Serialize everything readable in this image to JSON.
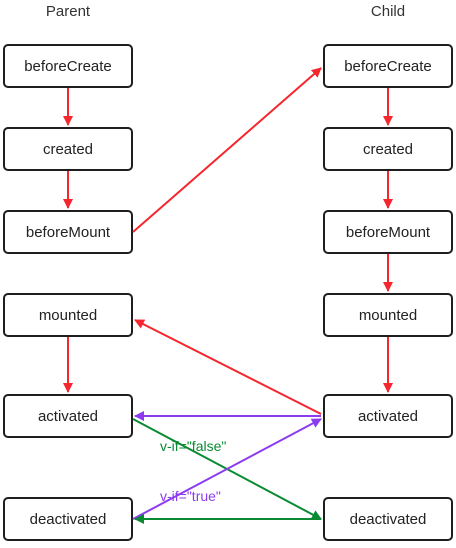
{
  "columns": {
    "parent_title": "Parent",
    "child_title": "Child"
  },
  "parent": [
    {
      "id": "p-beforecreate",
      "label": "beforeCreate"
    },
    {
      "id": "p-created",
      "label": "created"
    },
    {
      "id": "p-beforemount",
      "label": "beforeMount"
    },
    {
      "id": "p-mounted",
      "label": "mounted"
    },
    {
      "id": "p-activated",
      "label": "activated"
    },
    {
      "id": "p-deactivated",
      "label": "deactivated"
    }
  ],
  "child": [
    {
      "id": "c-beforecreate",
      "label": "beforeCreate"
    },
    {
      "id": "c-created",
      "label": "created"
    },
    {
      "id": "c-beforemount",
      "label": "beforeMount"
    },
    {
      "id": "c-mounted",
      "label": "mounted"
    },
    {
      "id": "c-activated",
      "label": "activated"
    },
    {
      "id": "c-deactivated",
      "label": "deactivated"
    }
  ],
  "edge_labels": {
    "v_if_false": "v-if=\"false\"",
    "v_if_true": "v-if=\"true\""
  },
  "colors": {
    "red": "#f5262d",
    "purple": "#8c3cf0",
    "green": "#0a8a32"
  }
}
